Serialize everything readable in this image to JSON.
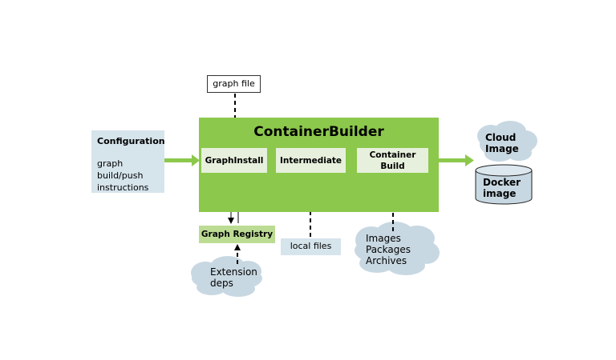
{
  "configuration": {
    "title": "Configuration",
    "lines": [
      "graph",
      "build/push",
      "instructions"
    ]
  },
  "graph_file": "graph file",
  "container_builder": {
    "title": "ContainerBuilder",
    "stages": {
      "graph_install": "GraphInstall",
      "intermediate": "Intermediate",
      "container_build": [
        "Container",
        "Build"
      ]
    }
  },
  "graph_registry": "Graph Registry",
  "local_files": "local files",
  "extension_deps": [
    "Extension",
    "deps"
  ],
  "sources": [
    "Images",
    "Packages",
    "Archives"
  ],
  "outputs": {
    "cloud_image": [
      "Cloud",
      "Image"
    ],
    "docker_image": [
      "Docker",
      "image"
    ]
  },
  "colors": {
    "main_green": "#8cc84b",
    "stage_fill": "#e6f0dc",
    "registry_fill": "#bcdc94",
    "config_fill": "#d6e4ec",
    "cloud_fill": "#c8d8e2",
    "arrow_green": "#8cc84b"
  }
}
